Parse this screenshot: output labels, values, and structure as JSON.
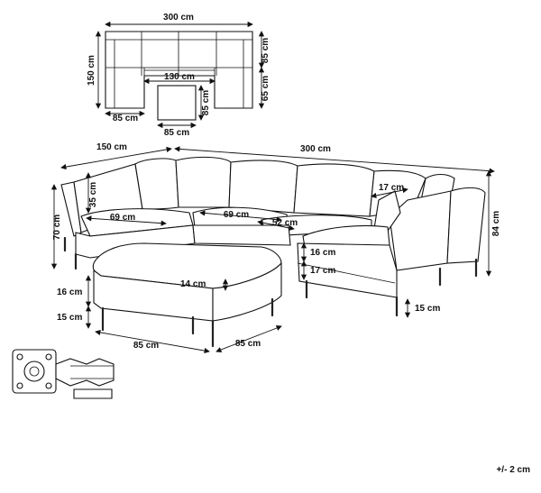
{
  "top_view": {
    "width_total": "300 cm",
    "depth_total": "150 cm",
    "inner_gap": "130 cm",
    "seat_width": "85 cm",
    "depth_upper": "85 cm",
    "depth_lower": "65 cm",
    "ottoman_width": "85 cm",
    "ottoman_depth": "85 cm"
  },
  "perspective": {
    "width_total": "300 cm",
    "depth_total": "150 cm",
    "height_total": "84 cm",
    "height_arm": "70 cm",
    "back_height": "35 cm",
    "seat_depth_a": "69 cm",
    "seat_depth_b": "69 cm",
    "seat_depth_c": "52 cm",
    "arm_width": "17 cm",
    "cushion_height": "16 cm",
    "base_height": "17 cm",
    "leg_height": "15 cm"
  },
  "ottoman": {
    "cushion": "14 cm",
    "body_height": "16 cm",
    "leg_height": "15 cm",
    "width": "85 cm",
    "depth": "85 cm"
  },
  "tolerance": "+/- 2 cm"
}
